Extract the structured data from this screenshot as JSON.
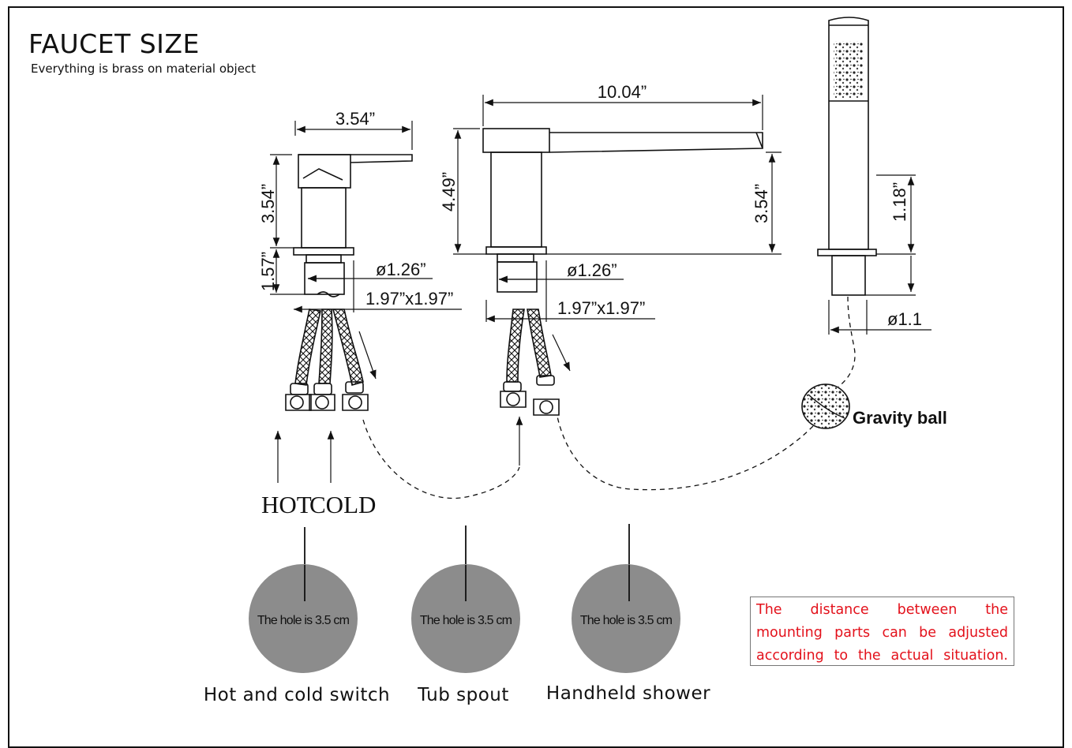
{
  "title": "FAUCET SIZE",
  "subtitle": "Everything is brass on material object",
  "switch_dims": {
    "width": "3.54”",
    "height": "3.54”",
    "base_height": "1.57”",
    "diameter": "ø1.26”",
    "plate": "1.97”x1.97”"
  },
  "spout_dims": {
    "length": "10.04”",
    "height": "4.49”",
    "spout_height": "3.54”",
    "diameter": "ø1.26”",
    "plate": "1.97”x1.97”"
  },
  "shower_dims": {
    "height": "1.18”",
    "diameter": "ø1.1"
  },
  "gravity_ball": "Gravity ball",
  "hot_label": "HOT",
  "cold_label": "COLD",
  "holes": [
    {
      "text": "The hole is 3.5 cm",
      "caption": "Hot and cold switch"
    },
    {
      "text": "The hole is 3.5 cm",
      "caption": "Tub spout"
    },
    {
      "text": "The hole is 3.5 cm",
      "caption": "Handheld shower"
    }
  ],
  "note_lines": [
    "The distance between the",
    "mounting parts can be adjusted",
    "according to the actual situation."
  ],
  "colors": {
    "note_text": "#e3111b",
    "hole_fill": "#8c8c8c",
    "line": "#111111"
  }
}
